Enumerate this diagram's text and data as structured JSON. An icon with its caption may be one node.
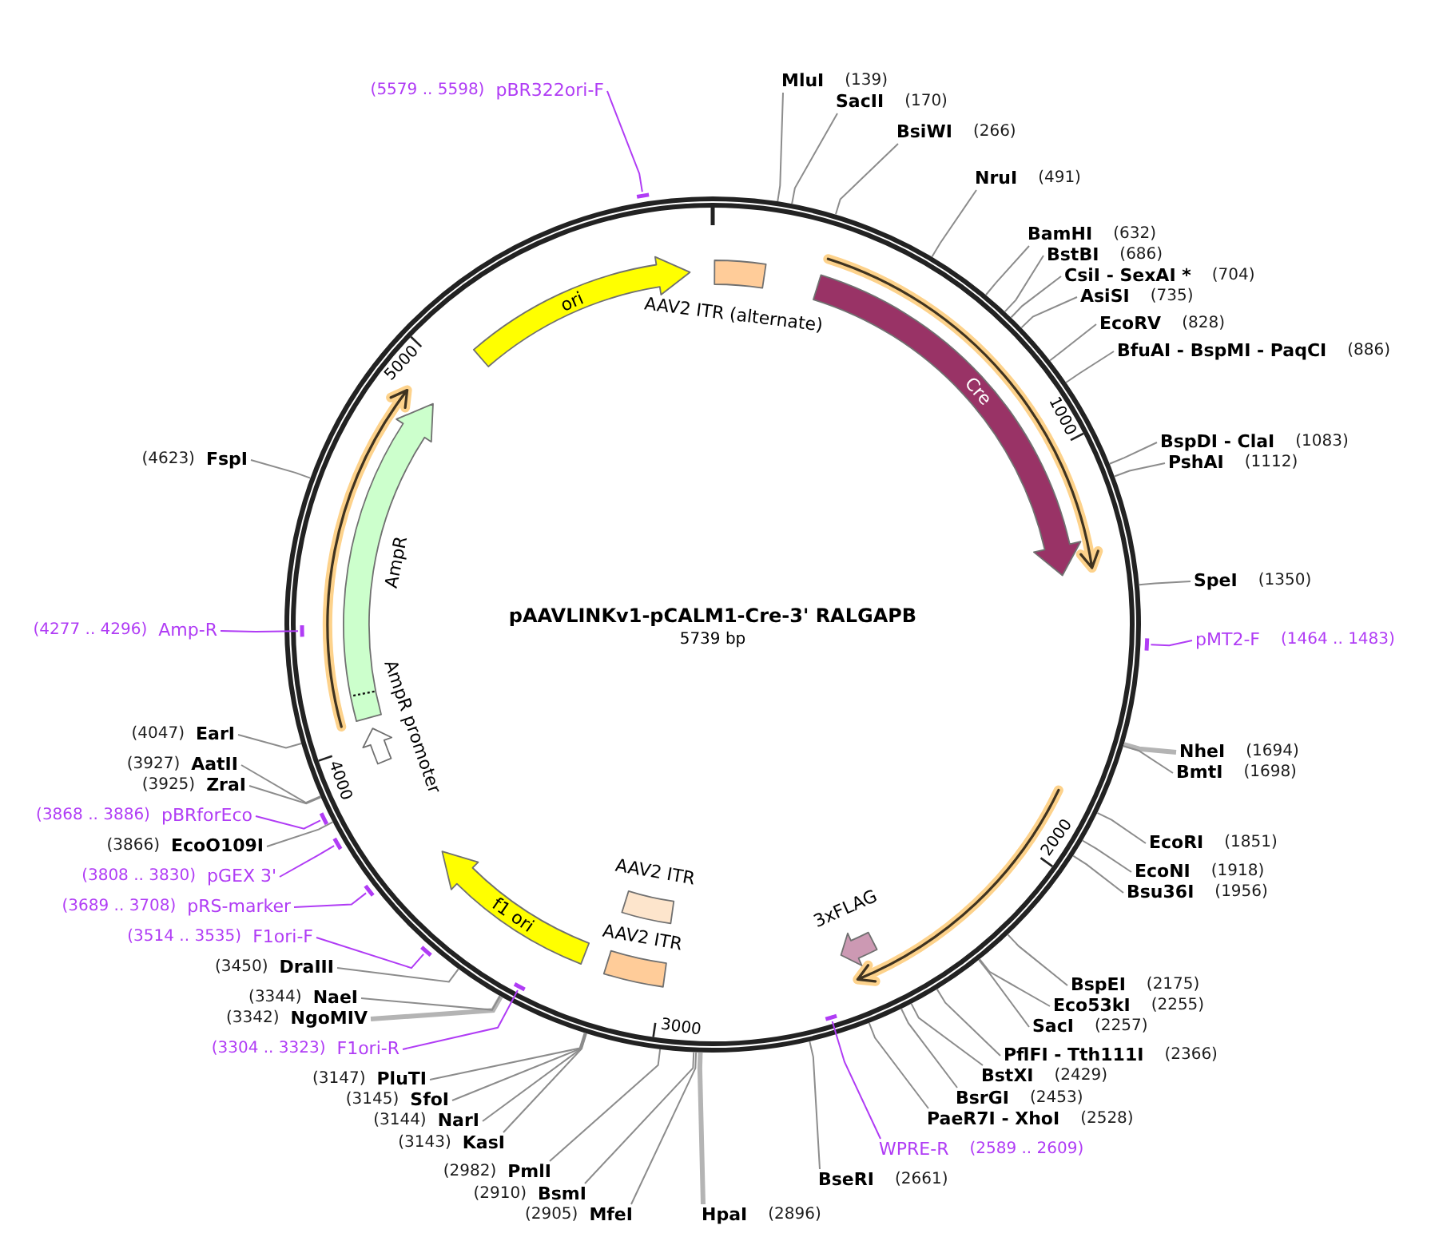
{
  "diagram": {
    "nodes": [
      {
        "text": [
          "pAAVLINKv1-pCALM1-Cre-3' RALGAPB",
          "5739 bp"
        ]
      },
      {
        "text": [
          "ori"
        ],
        "in": 0
      },
      {
        "text": [
          "AAV2 ITR (alternate)"
        ],
        "in": 0
      },
      {
        "text": [
          "Cre"
        ],
        "in": 0
      },
      {
        "text": [
          "3xFLAG"
        ],
        "in": 0
      },
      {
        "text": [
          "AAV2 ITR"
        ],
        "in": 0
      },
      {
        "text": [
          "AAV2 ITR"
        ],
        "in": 0
      },
      {
        "text": [
          "f1 ori"
        ],
        "in": 0
      },
      {
        "text": [
          "AmpR promoter"
        ],
        "in": 0
      },
      {
        "text": [
          "AmpR"
        ],
        "in": 0
      },
      {
        "text": [
          "MluI",
          "(139)"
        ]
      },
      {
        "text": [
          "SacII",
          "(170)"
        ]
      },
      {
        "text": [
          "BsiWI",
          "(266)"
        ]
      },
      {
        "text": [
          "NruI",
          "(491)"
        ]
      },
      {
        "text": [
          "BamHI",
          "(632)"
        ]
      },
      {
        "text": [
          "BstBI",
          "(686)"
        ]
      },
      {
        "text": [
          "CsiI - SexAI *",
          "(704)"
        ]
      },
      {
        "text": [
          "AsiSI",
          "(735)"
        ]
      },
      {
        "text": [
          "EcoRV",
          "(828)"
        ]
      },
      {
        "text": [
          "BfuAI - BspMI - PaqCI",
          "(886)"
        ]
      },
      {
        "text": [
          "BspDI - ClaI",
          "(1083)"
        ]
      },
      {
        "text": [
          "PshAI",
          "(1112)"
        ]
      },
      {
        "text": [
          "SpeI",
          "(1350)"
        ]
      },
      {
        "text": [
          "pMT2-F",
          "(1464 .. 1483)"
        ]
      },
      {
        "text": [],
        "shape": "bar"
      },
      {
        "text": [
          "NheI",
          "(1694)"
        ]
      },
      {
        "text": [
          "BmtI",
          "(1698)"
        ]
      },
      {
        "text": [
          "EcoRI",
          "(1851)"
        ]
      },
      {
        "text": [
          "EcoNI",
          "(1918)"
        ]
      },
      {
        "text": [
          "Bsu36I",
          "(1956)"
        ]
      },
      {
        "text": [
          "BspEI",
          "(2175)"
        ]
      },
      {
        "text": [
          "Eco53kI",
          "(2255)"
        ]
      },
      {
        "text": [
          "SacI",
          "(2257)"
        ]
      },
      {
        "text": [
          "PflFI - Tth111I",
          "(2366)"
        ]
      },
      {
        "text": [
          "BstXI",
          "(2429)"
        ]
      },
      {
        "text": [
          "BsrGI",
          "(2453)"
        ]
      },
      {
        "text": [
          "PaeR7I - XhoI",
          "(2528)"
        ]
      },
      {
        "text": [
          "WPRE-R",
          "(2589 .. 2609)"
        ]
      },
      {
        "text": [],
        "shape": "bar",
        "in": 0
      },
      {
        "text": [
          "BseRI",
          "(2661)"
        ]
      },
      {
        "text": [
          "HpaI",
          "(2896)"
        ]
      },
      {
        "text": [
          "(2905)",
          "MfeI"
        ]
      },
      {
        "text": [
          "(2910)",
          "BsmI"
        ]
      },
      {
        "text": [
          "(2982)",
          "PmlI"
        ]
      },
      {
        "text": [
          "(3143)",
          "KasI"
        ]
      },
      {
        "text": [
          "(3144)",
          "NarI"
        ]
      },
      {
        "text": [
          "(3145)",
          "SfoI"
        ]
      },
      {
        "text": [
          "(3147)",
          "PluTI"
        ]
      },
      {
        "text": [
          "(3304 .. 3323)",
          "F1ori-R"
        ]
      },
      {
        "text": [],
        "shape": "bar",
        "in": 0
      },
      {
        "text": [
          "(3342)",
          "NgoMIV"
        ]
      },
      {
        "text": [
          "(3344)",
          "NaeI"
        ]
      },
      {
        "text": [
          "(3450)",
          "DraIII"
        ]
      },
      {
        "text": [
          "(3514 .. 3535)",
          "F1ori-F"
        ]
      },
      {
        "text": [],
        "shape": "bar"
      },
      {
        "text": [
          "(3689 .. 3708)",
          "pRS-marker"
        ]
      },
      {
        "text": [],
        "shape": "bar"
      },
      {
        "text": [
          "(3808 .. 3830)",
          "pGEX 3'"
        ]
      },
      {
        "text": [],
        "shape": "bar"
      },
      {
        "text": [
          "(3866)",
          "EcoO109I"
        ]
      },
      {
        "text": [
          "(3868 .. 3886)",
          "pBRforEco"
        ]
      },
      {
        "text": [],
        "shape": "bar"
      },
      {
        "text": [
          "(3925)",
          "ZraI"
        ]
      },
      {
        "text": [
          "(3927)",
          "AatII"
        ]
      },
      {
        "text": [
          "(4047)",
          "EarI"
        ]
      },
      {
        "text": [
          "(4277 .. 4296)",
          "Amp-R"
        ]
      },
      {
        "text": [],
        "shape": "bar",
        "in": 0
      },
      {
        "text": [
          "(4623)",
          "FspI"
        ]
      },
      {
        "text": [
          "(5579 .. 5598)",
          "pBR322ori-F"
        ]
      },
      {
        "text": [],
        "shape": "bar"
      }
    ],
    "edges": [
      {
        "from": 10,
        "to": 0,
        "arrow": "none"
      },
      {
        "from": 11,
        "to": 0,
        "arrow": "none"
      },
      {
        "from": 12,
        "to": 0,
        "arrow": "none"
      },
      {
        "from": 13,
        "to": 0,
        "arrow": "none"
      },
      {
        "from": 14,
        "to": 0,
        "arrow": "none"
      },
      {
        "from": 15,
        "to": 0,
        "arrow": "none"
      },
      {
        "from": 16,
        "to": 0,
        "arrow": "none"
      },
      {
        "from": 17,
        "to": 0,
        "arrow": "none"
      },
      {
        "from": 18,
        "to": 0,
        "arrow": "none"
      },
      {
        "from": 19,
        "to": 0,
        "arrow": "none"
      },
      {
        "from": 20,
        "to": 0,
        "arrow": "none"
      },
      {
        "from": 21,
        "to": 0,
        "arrow": "none"
      },
      {
        "from": 22,
        "to": 0,
        "arrow": "none"
      },
      {
        "from": 23,
        "to": 24,
        "arrow": "none",
        "color": "#b03cf5"
      },
      {
        "from": 25,
        "to": 0,
        "arrow": "none",
        "style": "thick",
        "color": "#b4b4b4"
      },
      {
        "from": 26,
        "to": 0,
        "arrow": "none"
      },
      {
        "from": 27,
        "to": 0,
        "arrow": "none"
      },
      {
        "from": 28,
        "to": 0,
        "arrow": "none"
      },
      {
        "from": 29,
        "to": 0,
        "arrow": "none"
      },
      {
        "from": 30,
        "to": 0,
        "arrow": "none"
      },
      {
        "from": 31,
        "to": 0,
        "arrow": "none"
      },
      {
        "from": 32,
        "to": 0,
        "arrow": "none"
      },
      {
        "from": 33,
        "to": 0,
        "arrow": "none"
      },
      {
        "from": 34,
        "to": 0,
        "arrow": "none"
      },
      {
        "from": 35,
        "to": 0,
        "arrow": "none"
      },
      {
        "from": 36,
        "to": 0,
        "arrow": "none"
      },
      {
        "from": 37,
        "to": 38,
        "arrow": "none",
        "color": "#b03cf5"
      },
      {
        "from": 39,
        "to": 0,
        "arrow": "none"
      },
      {
        "from": 40,
        "to": 0,
        "arrow": "none",
        "style": "thick",
        "color": "#b4b4b4"
      },
      {
        "from": 41,
        "to": 0,
        "arrow": "none"
      },
      {
        "from": 42,
        "to": 0,
        "arrow": "none"
      },
      {
        "from": 43,
        "to": 0,
        "arrow": "none"
      },
      {
        "from": 44,
        "to": 0,
        "arrow": "none"
      },
      {
        "from": 45,
        "to": 0,
        "arrow": "none"
      },
      {
        "from": 46,
        "to": 0,
        "arrow": "none"
      },
      {
        "from": 47,
        "to": 0,
        "arrow": "none"
      },
      {
        "from": 48,
        "to": 49,
        "arrow": "none",
        "color": "#b03cf5"
      },
      {
        "from": 50,
        "to": 0,
        "arrow": "none",
        "style": "thick",
        "color": "#b4b4b4"
      },
      {
        "from": 51,
        "to": 0,
        "arrow": "none"
      },
      {
        "from": 52,
        "to": 0,
        "arrow": "none"
      },
      {
        "from": 53,
        "to": 54,
        "arrow": "none",
        "color": "#b03cf5"
      },
      {
        "from": 55,
        "to": 56,
        "arrow": "none",
        "color": "#b03cf5"
      },
      {
        "from": 57,
        "to": 58,
        "arrow": "none",
        "color": "#b03cf5"
      },
      {
        "from": 59,
        "to": 0,
        "arrow": "none"
      },
      {
        "from": 60,
        "to": 61,
        "arrow": "none",
        "color": "#b03cf5"
      },
      {
        "from": 62,
        "to": 0,
        "arrow": "none"
      },
      {
        "from": 63,
        "to": 0,
        "arrow": "none"
      },
      {
        "from": 64,
        "to": 0,
        "arrow": "none"
      },
      {
        "from": 65,
        "to": 66,
        "arrow": "none",
        "color": "#b03cf5"
      },
      {
        "from": 67,
        "to": 0,
        "arrow": "none"
      },
      {
        "from": 68,
        "to": 69,
        "arrow": "none",
        "color": "#b03cf5"
      }
    ],
    "labels": [
      "5000",
      "1000",
      "4000",
      "2000",
      "3000"
    ]
  }
}
